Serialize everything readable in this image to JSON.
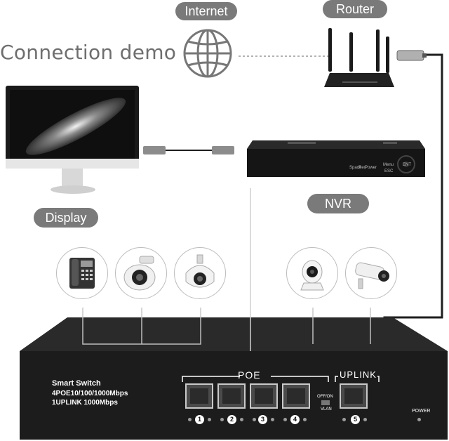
{
  "labels": {
    "internet": "Internet",
    "router": "Router",
    "demo_title": "Connection demo",
    "display": "Display",
    "nvr": "NVR"
  },
  "nvr_buttons": {
    "space": "Space",
    "rec": "Rec",
    "power": "Power",
    "menu": "Menu",
    "esc": "ESC",
    "enter": "ENT"
  },
  "switch": {
    "title": "Smart Switch",
    "spec_poe": "4POE10/100/1000Mbps",
    "spec_uplink": "1UPLINK 1000Mbps",
    "poe_label": "POE",
    "uplink_label": "UPLINK",
    "vlan_toggle": "OFF/ON",
    "vlan_label": "VLAN",
    "power_label": "POWER",
    "ports": [
      "1",
      "2",
      "3",
      "4",
      "5"
    ]
  },
  "icons": {
    "globe": "globe-icon",
    "router": "router-icon",
    "monitor": "monitor-icon",
    "nvr": "nvr-recorder-icon",
    "phone": "ip-phone-icon",
    "dome_camera": "dome-camera-icon",
    "ptz_camera": "ptz-camera-icon",
    "home_camera": "home-camera-icon",
    "bullet_camera": "bullet-camera-icon"
  },
  "colors": {
    "pill": "#7a7a7a",
    "switch": "#1c1c1c",
    "line": "#222222",
    "guide": "#c8c8c8"
  }
}
